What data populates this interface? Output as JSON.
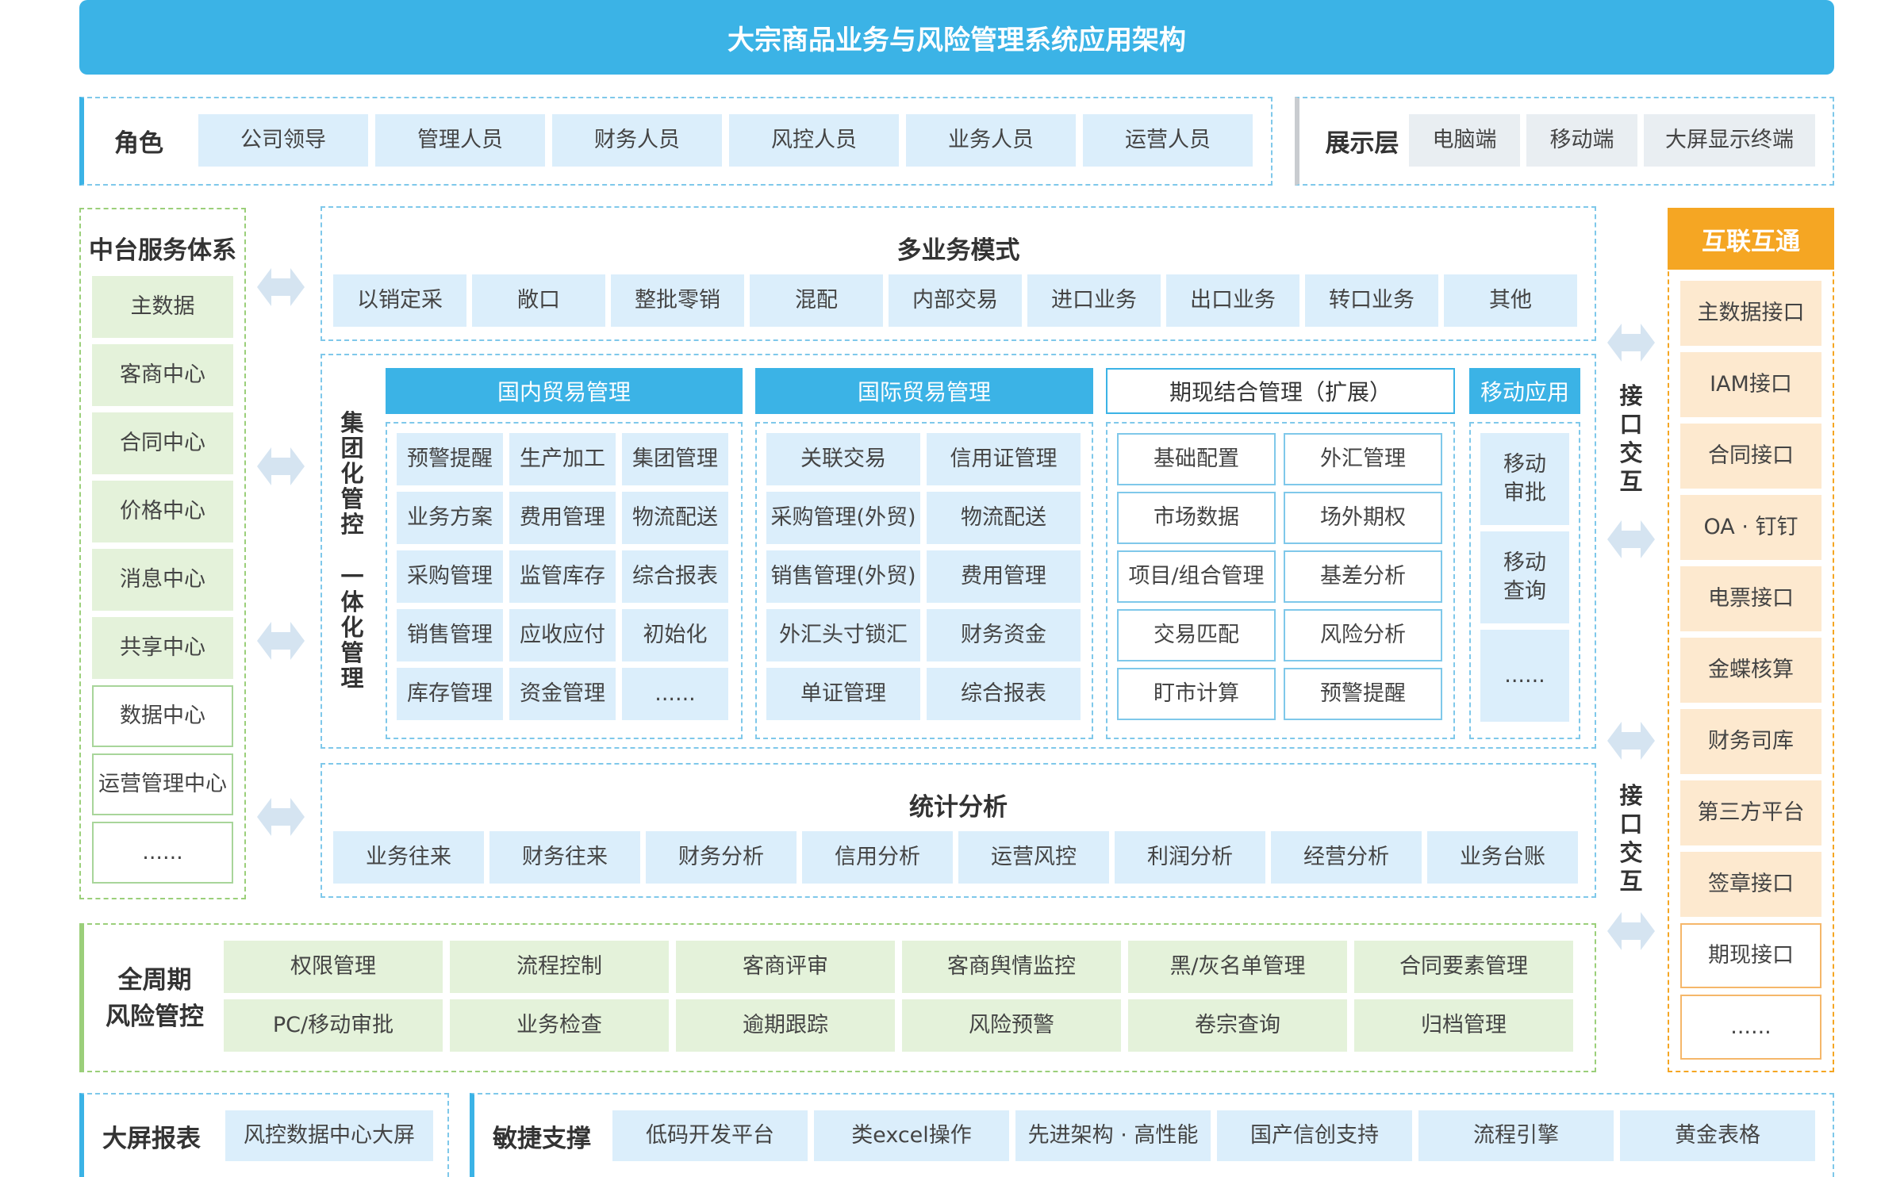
{
  "title": "大宗商品业务与风险管理系统应用架构",
  "roles": {
    "label": "角色",
    "items": [
      "公司领导",
      "管理人员",
      "财务人员",
      "风控人员",
      "业务人员",
      "运营人员"
    ]
  },
  "display": {
    "label": "展示层",
    "items": [
      "电脑端",
      "移动端",
      "大屏显示终端"
    ]
  },
  "middle": {
    "label": "中台服务体系",
    "items": [
      "主数据",
      "客商中心",
      "合同中心",
      "价格中心",
      "消息中心",
      "共享中心",
      "数据中心",
      "运营管理中心",
      "......"
    ]
  },
  "modes": {
    "title": "多业务模式",
    "items": [
      "以销定采",
      "敞口",
      "整批零销",
      "混配",
      "内部交易",
      "进口业务",
      "出口业务",
      "转口业务",
      "其他"
    ]
  },
  "group": {
    "vlabel1": [
      "集",
      "团",
      "化",
      "管",
      "控"
    ],
    "vlabel2": [
      "一",
      "体",
      "化",
      "管",
      "理"
    ],
    "domestic": {
      "title": "国内贸易管理",
      "items": [
        "预警提醒",
        "生产加工",
        "集团管理",
        "业务方案",
        "费用管理",
        "物流配送",
        "采购管理",
        "监管库存",
        "综合报表",
        "销售管理",
        "应收应付",
        "初始化",
        "库存管理",
        "资金管理",
        "......"
      ]
    },
    "intl": {
      "title": "国际贸易管理",
      "items": [
        "关联交易",
        "信用证管理",
        "采购管理(外贸)",
        "物流配送",
        "销售管理(外贸)",
        "费用管理",
        "外汇头寸锁汇",
        "财务资金",
        "单证管理",
        "综合报表"
      ]
    },
    "futures": {
      "title": "期现结合管理（扩展）",
      "items": [
        "基础配置",
        "外汇管理",
        "市场数据",
        "场外期权",
        "项目/组合管理",
        "基差分析",
        "交易匹配",
        "风险分析",
        "盯市计算",
        "预警提醒"
      ]
    },
    "mobile": {
      "title": "移动应用",
      "items": [
        "移动\n审批",
        "移动\n查询",
        "......"
      ]
    }
  },
  "stats": {
    "title": "统计分析",
    "items": [
      "业务往来",
      "财务往来",
      "财务分析",
      "信用分析",
      "运营风控",
      "利润分析",
      "经营分析",
      "业务台账"
    ]
  },
  "interface_labels": [
    [
      "接",
      "口",
      "交",
      "互"
    ],
    [
      "接",
      "口",
      "交",
      "互"
    ]
  ],
  "interconnect": {
    "title": "互联互通",
    "items": [
      "主数据接口",
      "IAM接口",
      "合同接口",
      "OA · 钉钉",
      "电票接口",
      "金蝶核算",
      "财务司库",
      "第三方平台",
      "签章接口",
      "期现接口",
      "......"
    ]
  },
  "risk": {
    "label_line1": "全周期",
    "label_line2": "风险管控",
    "items": [
      "权限管理",
      "流程控制",
      "客商评审",
      "客商舆情监控",
      "黑/灰名单管理",
      "合同要素管理",
      "PC/移动审批",
      "业务检查",
      "逾期跟踪",
      "风险预警",
      "卷宗查询",
      "归档管理"
    ]
  },
  "bigscreen": {
    "label": "大屏报表",
    "item": "风控数据中心大屏"
  },
  "agile": {
    "label": "敏捷支撑",
    "items": [
      "低码开发平台",
      "类excel操作",
      "先进架构 · 高性能",
      "国产信创支持",
      "流程引擎",
      "黄金表格"
    ]
  },
  "colors": {
    "primary": "#3bb3e6",
    "light_blue": "#dbeefb",
    "light_green": "#e4f2da",
    "light_orange": "#fde9cf",
    "orange": "#f5a623",
    "gray_arrow": "#d5e4f1"
  }
}
